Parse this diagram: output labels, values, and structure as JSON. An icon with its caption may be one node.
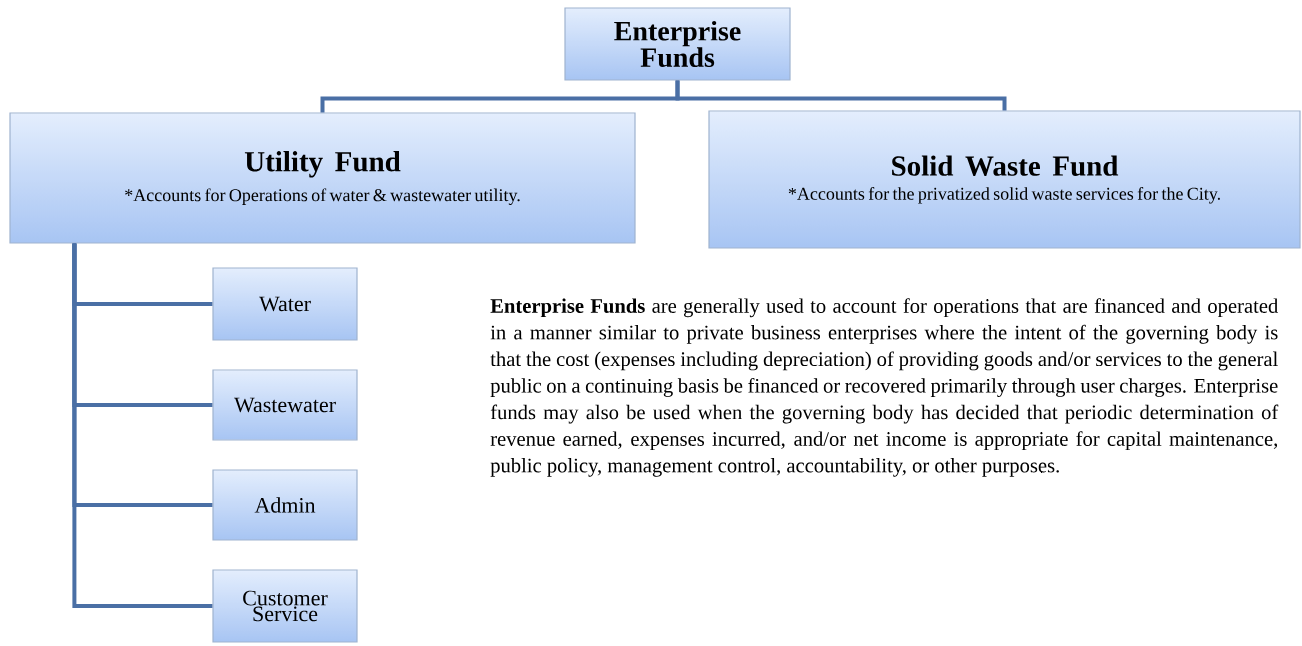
{
  "diagram": {
    "nodes": [
      {
        "text": [
          "Enterprise Funds"
        ]
      },
      {
        "text": [
          "Utility Fund",
          "*Accounts for Operations of water & wastewater utility."
        ]
      },
      {
        "text": [
          "Solid Waste Fund",
          "*Accounts for the privatized solid waste services for the City."
        ]
      },
      {
        "text": [
          "Water"
        ]
      },
      {
        "text": [
          "Wastewater"
        ]
      },
      {
        "text": [
          "Admin"
        ]
      },
      {
        "text": [
          "Customer Service"
        ]
      }
    ],
    "edges": [
      {
        "from": 0,
        "to": 1,
        "arrow": "none"
      },
      {
        "from": 0,
        "to": 2,
        "arrow": "none"
      },
      {
        "from": 1,
        "to": 3,
        "arrow": "none"
      },
      {
        "from": 1,
        "to": 4,
        "arrow": "none"
      },
      {
        "from": 1,
        "to": 5,
        "arrow": "none"
      },
      {
        "from": 1,
        "to": 6,
        "arrow": "none"
      }
    ],
    "labels": [
      "**Enterprise Funds** are generally used to account for operations that are financed and operated in a manner similar to private business enterprises where the intent of the governing body is that the cost (expenses including depreciation) of providing goods and/or services to the general public on a continuing basis be financed or recovered primarily through user charges.  Enterprise funds may also be used when the governing body has decided that periodic determination of revenue earned, expenses incurred, and/or net income is appropriate for capital maintenance, public policy, management control, accountability, or other purposes."
    ]
  }
}
